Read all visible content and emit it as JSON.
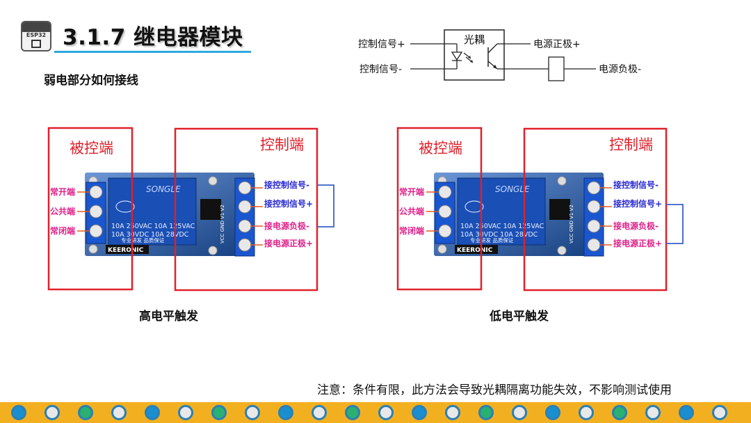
{
  "header": {
    "logo_text": "ESP32",
    "title": "3.1.7 继电器模块",
    "subtitle": "弱电部分如何接线"
  },
  "optocoupler": {
    "box_label": "光耦",
    "ctrl_plus": "控制信号+",
    "ctrl_minus": "控制信号-",
    "pwr_plus": "电源正极+",
    "pwr_minus": "电源负极-"
  },
  "boards": [
    {
      "controlled_label": "被控端",
      "control_label": "控制端",
      "left_terms": [
        "常开端",
        "公共端",
        "常闭端"
      ],
      "right_terms": [
        "接控制信号-",
        "接控制信号+",
        "接电源负极-",
        "接电源正极+"
      ],
      "caption": "高电平触发",
      "relay_brand": "SONGLE",
      "relay_spec": [
        "10A 250VAC 10A 125VAC",
        "10A 30VDC 10A 28VDC"
      ],
      "board_brand": "KEERONIC",
      "board_tag": "专业研发 品质保证",
      "pin_labels": "VCC GND V1 V2"
    },
    {
      "controlled_label": "被控端",
      "control_label": "控制端",
      "left_terms": [
        "常开端",
        "公共端",
        "常闭端"
      ],
      "right_terms": [
        "接控制信号-",
        "接控制信号+",
        "接电源负极-",
        "接电源正极+"
      ],
      "caption": "低电平触发",
      "relay_brand": "SONGLE",
      "relay_spec": [
        "10A 250VAC 10A 125VAC",
        "10A 30VDC 10A 28VDC"
      ],
      "board_brand": "KEERONIC",
      "board_tag": "专业研发 品质保证",
      "pin_labels": "VCC GND V1 V2"
    }
  ],
  "note": "注意：条件有限，此方法会导致光耦隔离功能失效，不影响测试使用",
  "colors": {
    "accent_blue": "#2ea8e0",
    "label_red": "#e0202a",
    "term_magenta": "#e0208a",
    "term_blue": "#2a2ad0",
    "board_blue": "#1e5fc0",
    "strip_orange": "#f2b020"
  }
}
